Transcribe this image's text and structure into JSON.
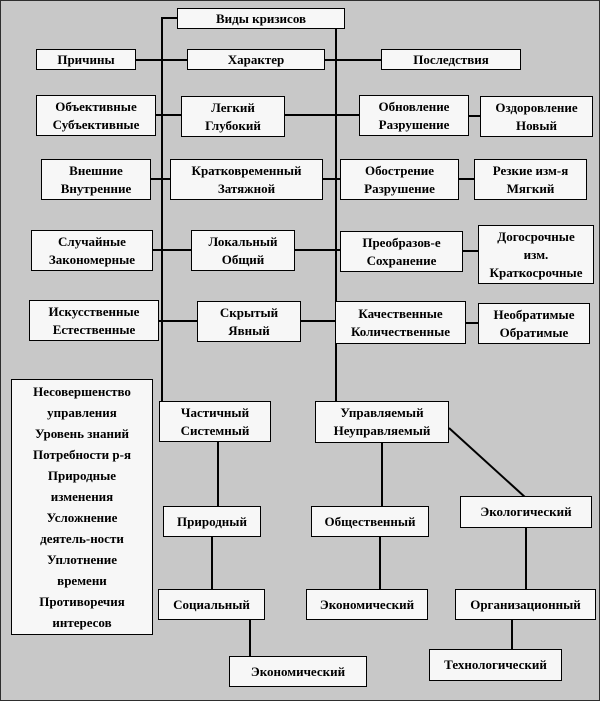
{
  "colors": {
    "page_bg": "#c8c8c8",
    "box_bg": "#f7f7f7",
    "line": "#000000"
  },
  "diagram": {
    "title": "Виды кризисов",
    "headers": {
      "causes": "Причины",
      "character": "Характер",
      "consequences": "Последствия"
    },
    "causes_column": {
      "objective_subjective": "Объективные\nСубъективные",
      "external_internal": "Внешние\nВнутренние",
      "random_regular": "Случайные\nЗакономерные",
      "artificial_natural": "Искусственные\nЕстественные",
      "causes_list": "Несовершенство\nуправления\nУровень знаний\nПотребности р-я\nПриродные\nизменения\nУсложнение\nдеятель-ности\nУплотнение\nвремени\nПротиворечия\nинтересов"
    },
    "character_column": {
      "light_deep": "Легкий\nГлубокий",
      "short_protracted": "Кратковременный\nЗатяжной",
      "local_general": "Локальный\nОбщий",
      "hidden_evident": "Скрытый\nЯвный",
      "partial_systemic": "Частичный\nСистемный",
      "natural": "Природный",
      "social": "Социальный",
      "economic": "Экономический"
    },
    "consequences_column": {
      "renewal_destruction": "Обновление\nРазрушение",
      "recovery_new": "Оздоровление\nНовый",
      "aggravation_destruction": "Обострение\nРазрушение",
      "sharp_soft": "Резкие изм-я\nМягкий",
      "transformation_preservation": "Преобразов-е\nСохранение",
      "longterm_shortterm": "Догосрочные\nизм.\nКраткосрочные",
      "qualitative_quantitative": "Качественные\nКоличественные",
      "irreversible_reversible": "Необратимые\nОбратимые",
      "managed_unmanaged": "Управляемый\nНеуправляемый",
      "public": "Общественный",
      "ecological": "Экологический",
      "economic": "Экономический",
      "organizational": "Организационный",
      "technological": "Технологический"
    }
  }
}
